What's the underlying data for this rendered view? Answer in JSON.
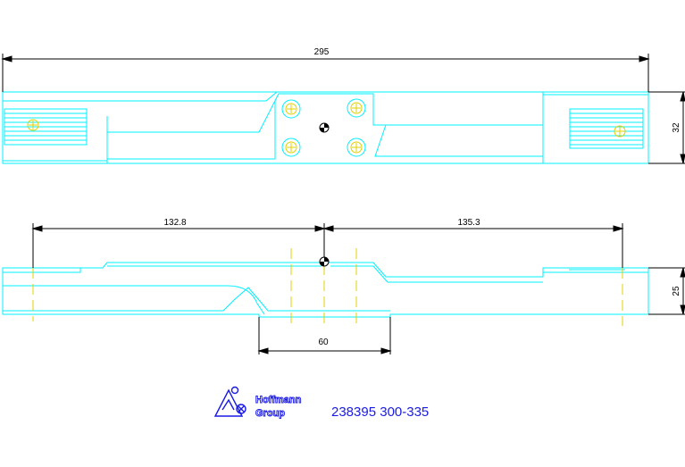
{
  "drawing": {
    "colors": {
      "outline": "#00f0ff",
      "dimension": "#000000",
      "centerline": "#f0e000",
      "logo": "#1a1ae6"
    },
    "top_view": {
      "overall_length": "295",
      "height": "32"
    },
    "side_view": {
      "left_offset": "132.8",
      "right_offset": "135.3",
      "height": "25",
      "center_width": "60"
    },
    "footer": {
      "logo_line1": "Hoffmann",
      "logo_line2": "Group",
      "part_number": "238395 300-335"
    }
  }
}
